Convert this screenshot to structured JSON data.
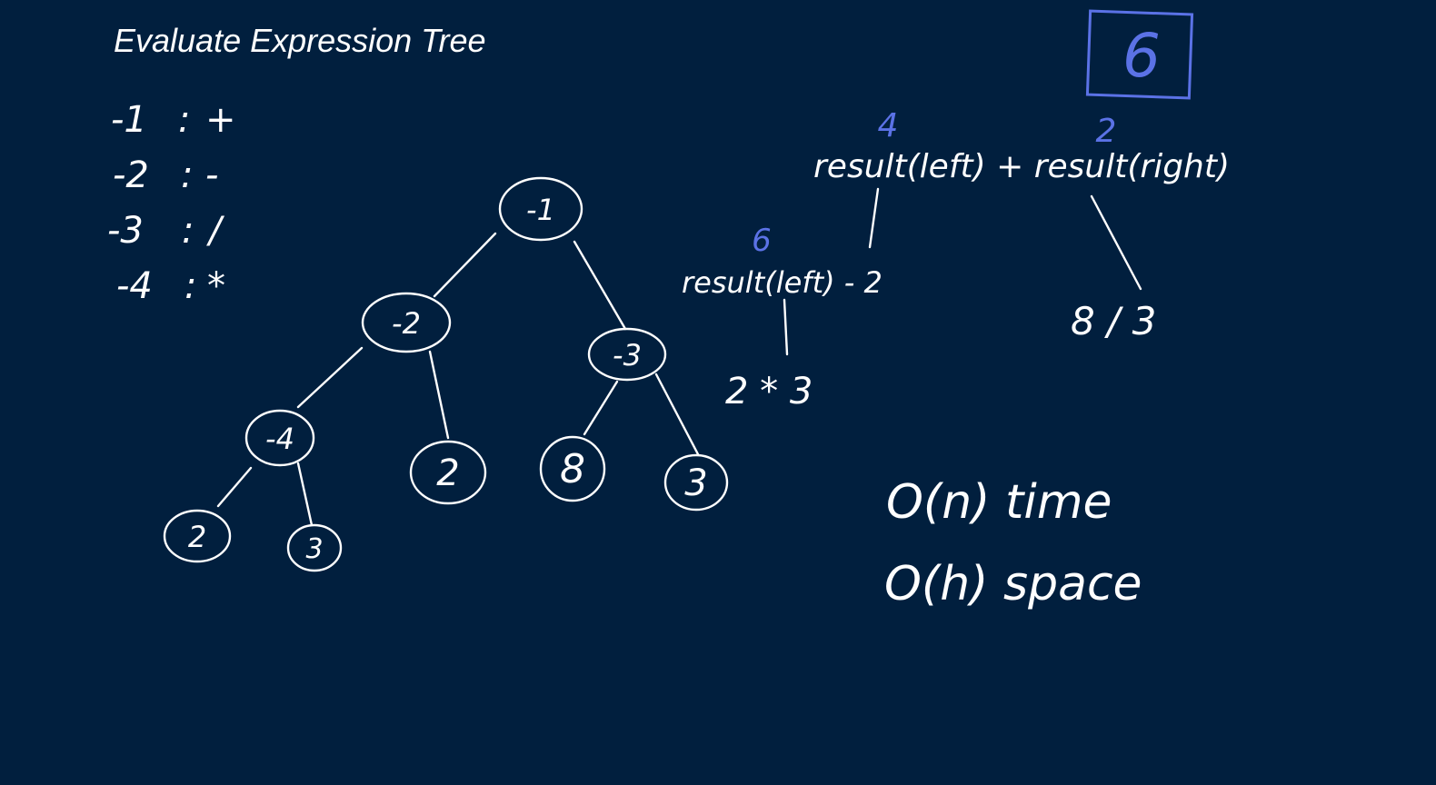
{
  "title": "Evaluate Expression Tree",
  "legend": [
    {
      "code": "-1",
      "sep": ":",
      "op": "+"
    },
    {
      "code": "-2",
      "sep": ":",
      "op": "-"
    },
    {
      "code": "-3",
      "sep": ":",
      "op": "/"
    },
    {
      "code": "-4",
      "sep": ":",
      "op": "*"
    }
  ],
  "tree": {
    "nodes": [
      {
        "id": "n1",
        "label": "-1"
      },
      {
        "id": "n2",
        "label": "-2"
      },
      {
        "id": "n3",
        "label": "-3"
      },
      {
        "id": "n4",
        "label": "-4"
      },
      {
        "id": "n5",
        "label": "2"
      },
      {
        "id": "n6",
        "label": "8"
      },
      {
        "id": "n7",
        "label": "3"
      },
      {
        "id": "n8",
        "label": "2"
      },
      {
        "id": "n9",
        "label": "3"
      }
    ],
    "edges": [
      [
        "n1",
        "n2"
      ],
      [
        "n1",
        "n3"
      ],
      [
        "n2",
        "n4"
      ],
      [
        "n2",
        "n5"
      ],
      [
        "n3",
        "n6"
      ],
      [
        "n3",
        "n7"
      ],
      [
        "n4",
        "n8"
      ],
      [
        "n4",
        "n9"
      ]
    ]
  },
  "evaluation": {
    "root_expr": "result(left) + result(right)",
    "left_value": "4",
    "right_value": "2",
    "final_answer": "6",
    "left_expr": "result(left) - 2",
    "left_left_value": "6",
    "left_left_expr": "2 * 3",
    "right_expr": "8 / 3"
  },
  "complexity": {
    "time": "O(n) time",
    "space": "O(h) space"
  }
}
